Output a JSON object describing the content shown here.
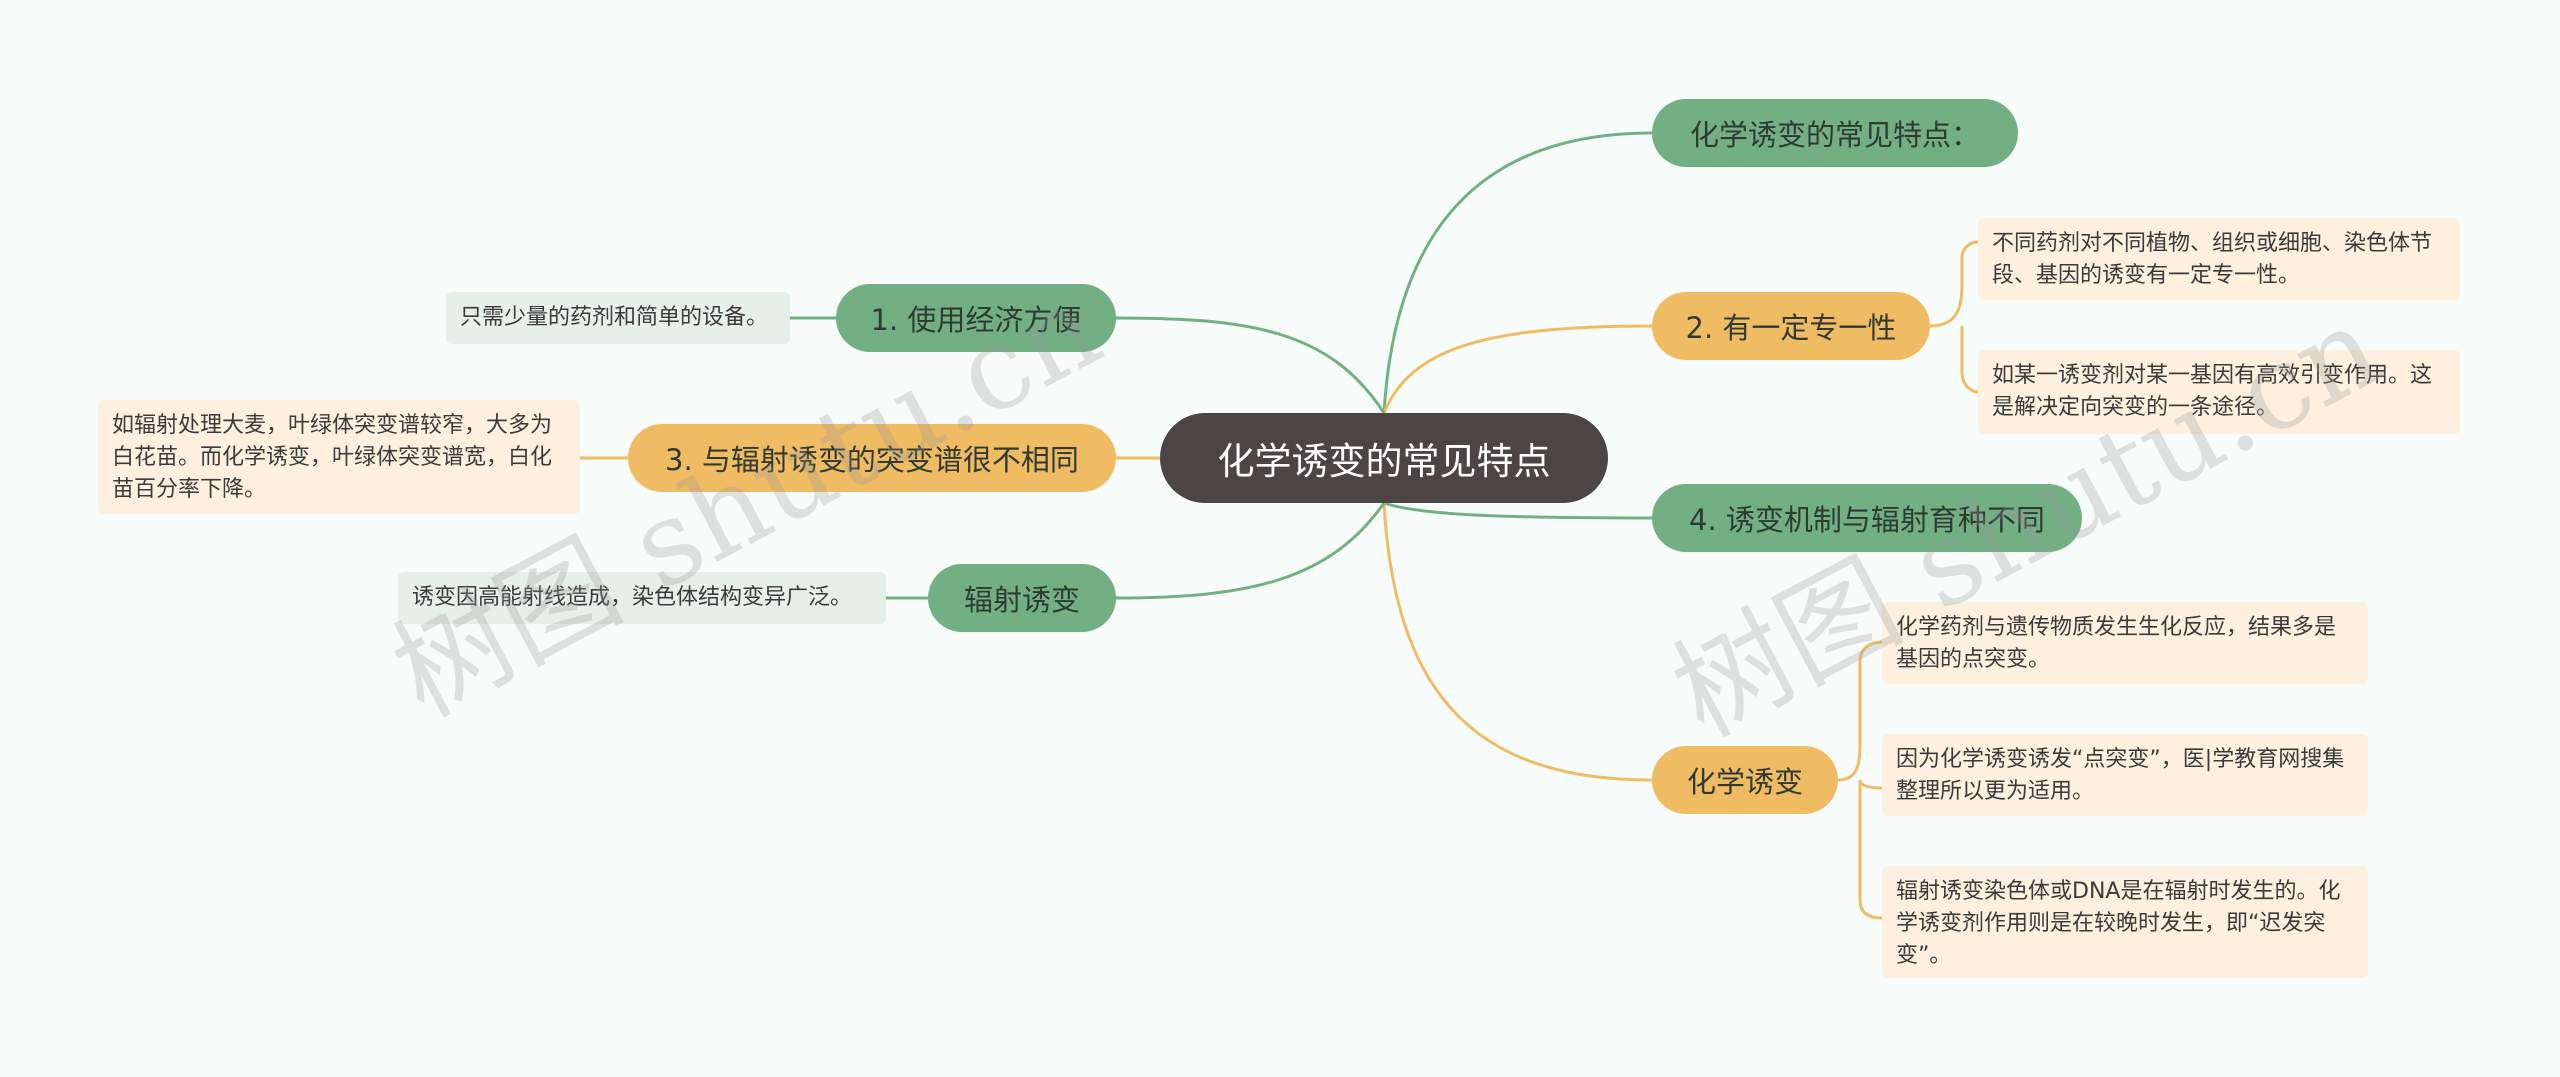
{
  "root": {
    "label": "化学诱变的常见特点"
  },
  "right": {
    "t1": {
      "label": "化学诱变的常见特点："
    },
    "t2": {
      "label": "2. 有一定专一性",
      "leaves": [
        "不同药剂对不同植物、组织或细胞、染色体节段、基因的诱变有一定专一性。",
        "如某一诱变剂对某一基因有高效引变作用。这是解决定向突变的一条途径。"
      ]
    },
    "t3": {
      "label": "4. 诱变机制与辐射育种不同"
    },
    "t4": {
      "label": "化学诱变",
      "leaves": [
        "化学药剂与遗传物质发生生化反应，结果多是基因的点突变。",
        "因为化学诱变诱发“点突变”，医|学教育网搜集整理所以更为适用。",
        "辐射诱变染色体或DNA是在辐射时发生的。化学诱变剂作用则是在较晚时发生，即“迟发突变”。"
      ]
    }
  },
  "left": {
    "t1": {
      "label": "1. 使用经济方便",
      "leaf": "只需少量的药剂和简单的设备。"
    },
    "t2": {
      "label": "3. 与辐射诱变的突变谱很不相同",
      "leaf": "如辐射处理大麦，叶绿体突变谱较窄，大多为白花苗。而化学诱变，叶绿体突变谱宽，白化苗百分率下降。"
    },
    "t3": {
      "label": "辐射诱变",
      "leaf": "诱变因高能射线造成，染色体结构变异广泛。"
    }
  },
  "watermarks": [
    "树图 shutu.cn",
    "树图 shutu.cn"
  ],
  "colors": {
    "green": "#72b084",
    "orange": "#f0bc63",
    "root": "#4b4545",
    "background": "#f7fcfb"
  }
}
